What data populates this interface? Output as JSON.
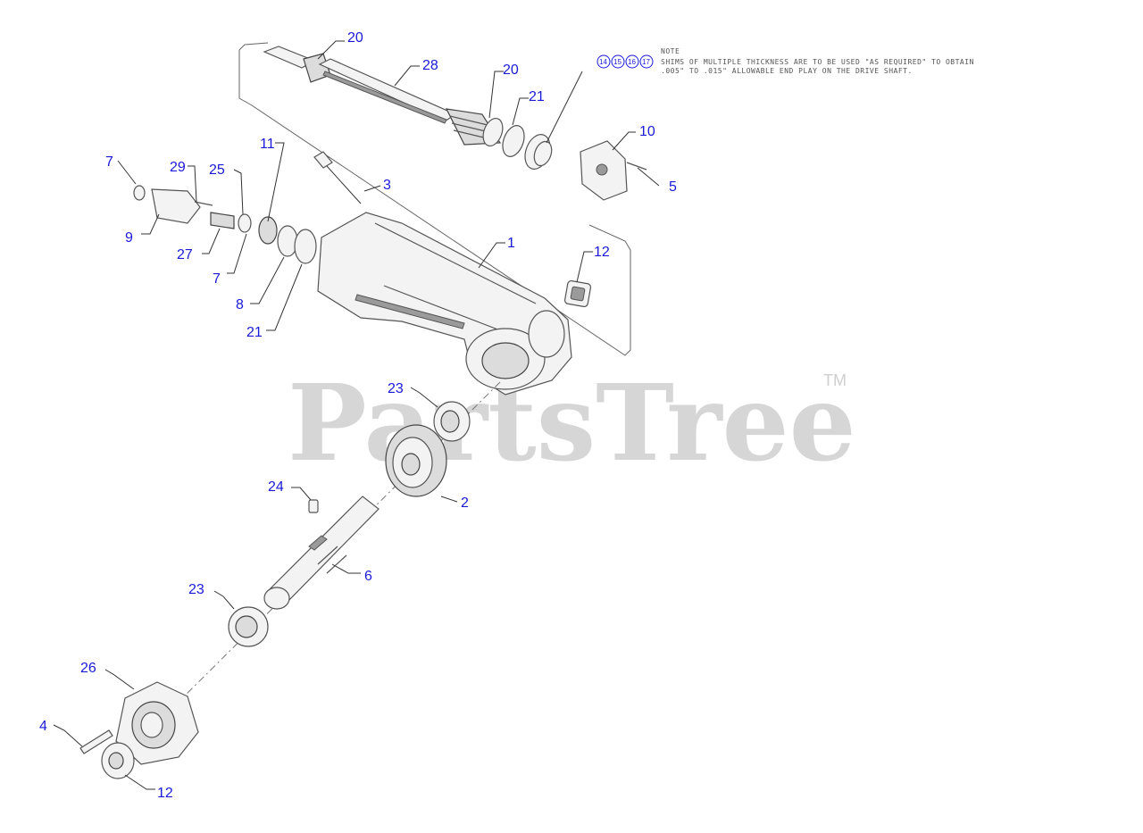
{
  "watermark": {
    "text": "PartsTree",
    "tm": "TM"
  },
  "note": {
    "refs": [
      "14",
      "15",
      "16",
      "17"
    ],
    "title": "NOTE",
    "line1": "SHIMS OF MULTIPLE THICKNESS ARE TO BE USED \"AS REQUIRED\" TO OBTAIN",
    "line2": ".005\" TO .015\" ALLOWABLE END PLAY ON THE DRIVE SHAFT."
  },
  "callouts": {
    "c1": "1",
    "c2": "2",
    "c3": "3",
    "c4": "4",
    "c5": "5",
    "c6": "6",
    "c7a": "7",
    "c7b": "7",
    "c8": "8",
    "c9": "9",
    "c10": "10",
    "c11": "11",
    "c12a": "12",
    "c12b": "12",
    "c20a": "20",
    "c20b": "20",
    "c21a": "21",
    "c21b": "21",
    "c23a": "23",
    "c23b": "23",
    "c24": "24",
    "c25": "25",
    "c26": "26",
    "c27": "27",
    "c28": "28",
    "c29": "29"
  }
}
